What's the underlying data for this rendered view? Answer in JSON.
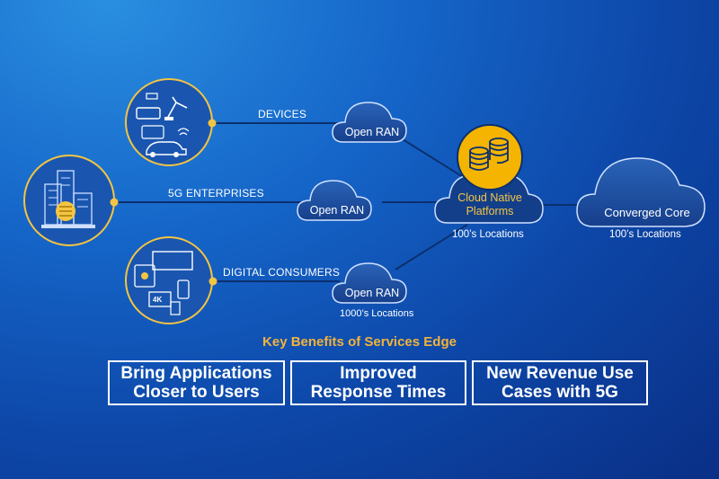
{
  "diagram": {
    "rows": [
      {
        "label": "DEVICES",
        "ran": "Open RAN",
        "icon": "devices-icon"
      },
      {
        "label": "5G ENTERPRISES",
        "ran": "Open RAN",
        "icon": "enterprise-buildings-icon"
      },
      {
        "label": "DIGITAL CONSUMERS",
        "ran": "Open RAN",
        "icon": "digital-consumers-icon",
        "ran_locations": "1000’s Locations"
      }
    ],
    "cloud_native": {
      "label_line1": "Cloud Native",
      "label_line2": "Platforms",
      "locations": "100’s Locations"
    },
    "converged_core": {
      "label": "Converged Core",
      "locations": "100’s Locations"
    },
    "colors": {
      "accent": "#f4c542",
      "benefit_title": "#f4b33a",
      "cloud_fill": "#1e4fa3",
      "line": "#0c2f6e"
    }
  },
  "benefits": {
    "title": "Key Benefits of Services Edge",
    "items": [
      {
        "line1": "Bring Applications",
        "line2": "Closer to Users"
      },
      {
        "line1": "Improved",
        "line2": "Response Times"
      },
      {
        "line1": "New Revenue Use",
        "line2": "Cases with 5G"
      }
    ]
  }
}
